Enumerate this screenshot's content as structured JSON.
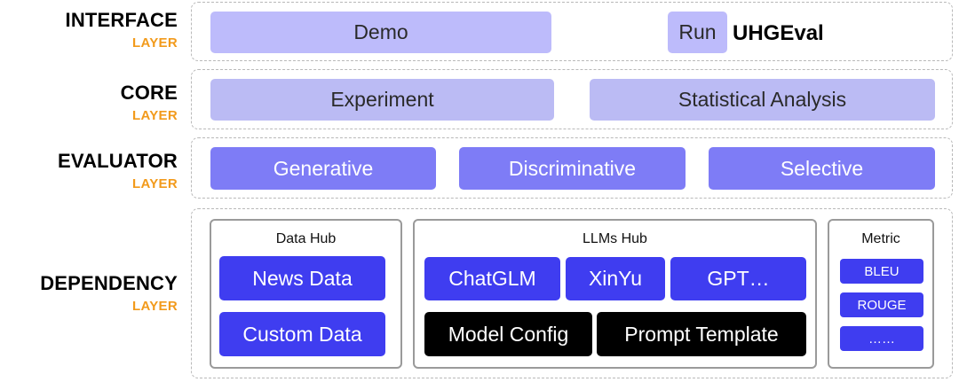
{
  "layers": {
    "interface": {
      "name": "INTERFACE",
      "sub": "LAYER"
    },
    "core": {
      "name": "CORE",
      "sub": "LAYER"
    },
    "evaluator": {
      "name": "EVALUATOR",
      "sub": "LAYER"
    },
    "dependency": {
      "name": "DEPENDENCY",
      "sub": "LAYER"
    }
  },
  "interface": {
    "demo": "Demo",
    "run": "Run",
    "brand": "UHGEval"
  },
  "core": {
    "experiment": "Experiment",
    "statistical_analysis": "Statistical Analysis"
  },
  "evaluator": {
    "generative": "Generative",
    "discriminative": "Discriminative",
    "selective": "Selective"
  },
  "dependency": {
    "data_hub": {
      "title": "Data Hub",
      "items": [
        "News Data",
        "Custom Data"
      ]
    },
    "llms_hub": {
      "title": "LLMs Hub",
      "models": [
        "ChatGLM",
        "XinYu",
        "GPT…"
      ],
      "config": [
        "Model Config",
        "Prompt Template"
      ]
    },
    "metric": {
      "title": "Metric",
      "items": [
        "BLEU",
        "ROUGE",
        "……"
      ]
    }
  },
  "colors": {
    "label_accent": "#F29A1B",
    "interface_box": "#bdbbfb",
    "core_box": "#bbbbf4",
    "evaluator_box": "#7e7cf6",
    "dependency_blue": "#3f3df0",
    "dependency_black": "#000000",
    "dashed_border": "#b9b9b9"
  }
}
